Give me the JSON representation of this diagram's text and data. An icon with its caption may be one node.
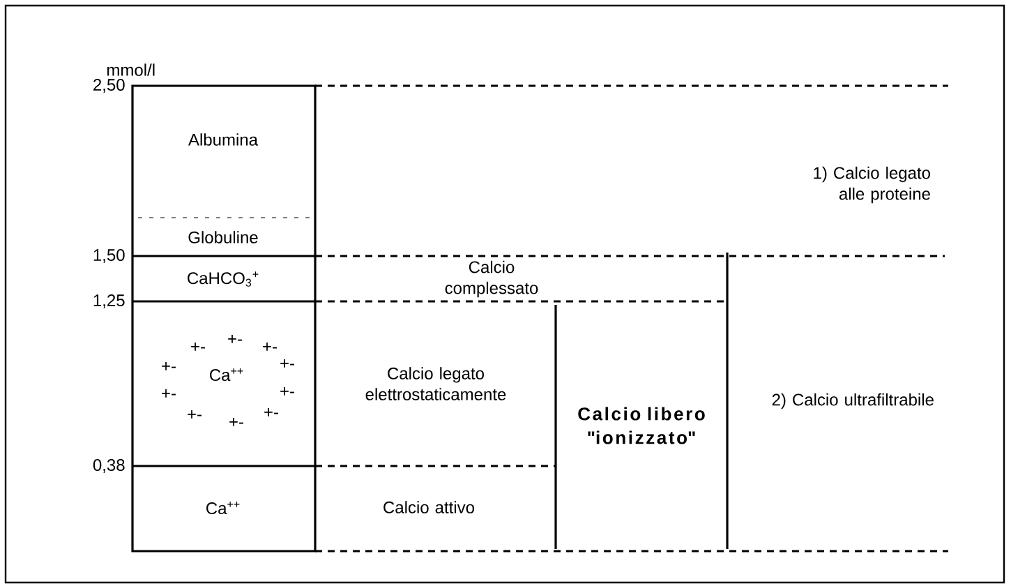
{
  "diagram": {
    "nodes": [
      {
        "text": [
          "Albumina"
        ]
      },
      {
        "text": [
          "Globuline"
        ]
      },
      {
        "text": [
          "CaHCO$_{3}$$^{+}$"
        ]
      },
      {
        "text": [
          "Ca$^{++}$"
        ]
      },
      {
        "text": [
          "Ca$^{++}$"
        ]
      },
      {
        "text": [
          "Calcio complessato"
        ]
      },
      {
        "text": [
          "Calcio legato elettrostaticamente"
        ]
      },
      {
        "text": [
          "Calcio attivo"
        ]
      },
      {
        "text": [
          "Calcio libero \"ionizzato\""
        ]
      },
      {
        "text": [
          "1) Calcio legato alle proteine"
        ]
      },
      {
        "text": [
          "2) Calcio ultrafiltrabile"
        ]
      }
    ],
    "labels": [
      "mmol/l",
      "2,50",
      "1,50",
      "1,25",
      "0,38",
      "+-",
      "+-",
      "+-",
      "+-",
      "+-",
      "+-",
      "+-",
      "+-",
      "+-",
      "+-"
    ]
  }
}
